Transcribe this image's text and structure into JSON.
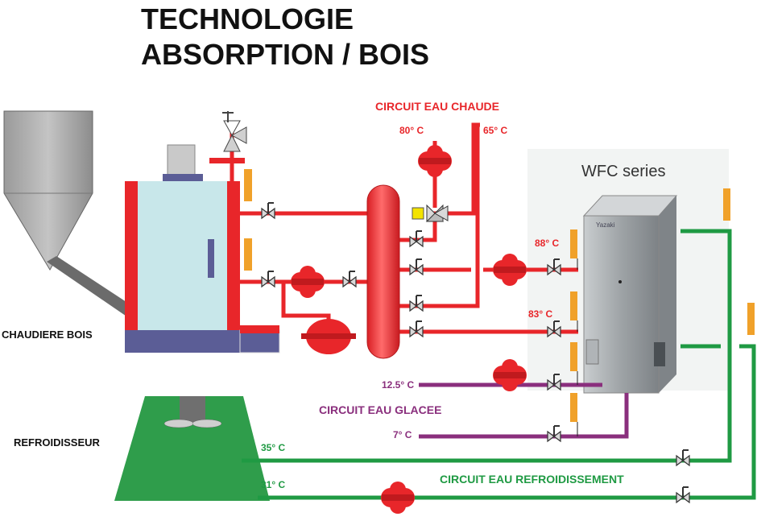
{
  "title": {
    "line1": "TECHNOLOGIE",
    "line2": "ABSORPTION / BOIS"
  },
  "labels": {
    "boiler": "CHAUDIERE BOIS",
    "cooling_tower": "REFROIDISSEUR",
    "hot_circuit": "CIRCUIT EAU CHAUDE",
    "chilled_circuit": "CIRCUIT EAU GLACEE",
    "cooling_circuit": "CIRCUIT EAU REFROIDISSEMENT",
    "unit": "WFC series",
    "unit_brand": "Yazaki"
  },
  "temperatures": {
    "hot_supply": "80° C",
    "hot_return": "65° C",
    "unit_hot_in": "88° C",
    "unit_hot_out": "83° C",
    "chilled_return": "12.5° C",
    "chilled_supply": "7° C",
    "cooling_hot": "35° C",
    "cooling_cold": "31° C"
  },
  "colors": {
    "hot": "#e8262a",
    "chilled": "#8a2f7d",
    "cooling": "#1f9a43",
    "boiler_body": "#c8e7ea",
    "boiler_base": "#5b5d96",
    "tower": "#2f9d4b",
    "thermometer": "#f0a12a"
  }
}
